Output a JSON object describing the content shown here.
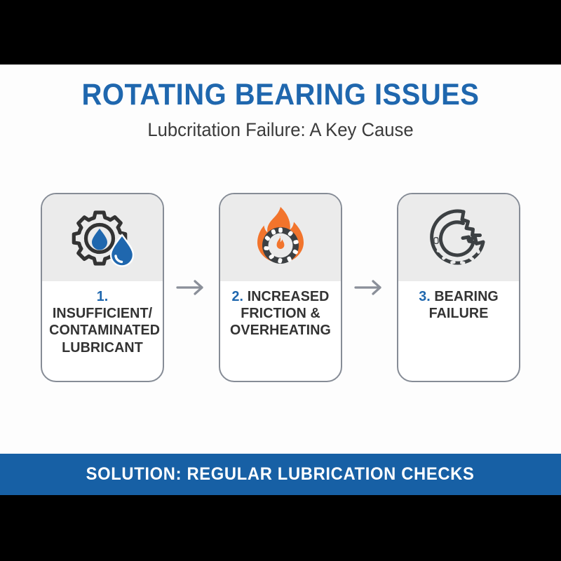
{
  "header": {
    "title": "ROTATING BEARING ISSUES",
    "subtitle": "Lubcritation Failure: A Key Cause",
    "title_color": "#1F67AE",
    "subtitle_color": "#3B3B3B"
  },
  "flow": {
    "steps": [
      {
        "number": "1.",
        "label": "INSUFFICIENT/ CONTAMINATED LUBRICANT",
        "line1": "1. INSUFFICIENT/",
        "line2": "CONTAMINATED",
        "line3": "LUBRICANT",
        "icon": "gear-oil-droplet-icon",
        "icon_colors": {
          "outline": "#333333",
          "droplet": "#1F67AE"
        }
      },
      {
        "number": "2.",
        "label": "INCREASED FRICTION & OVERHEATING",
        "line1": "2. INCREASED",
        "line2": "FRICTION &",
        "line3": "OVERHEATING",
        "icon": "flame-bearing-icon",
        "icon_colors": {
          "flame": "#F2742C",
          "bearing": "#3C4043"
        }
      },
      {
        "number": "3.",
        "label": "BEARING FAILURE",
        "line1": "3. BEARING",
        "line2": "FAILURE",
        "line3": "",
        "icon": "broken-bearing-icon",
        "icon_colors": {
          "outline": "#3C4043"
        }
      }
    ],
    "arrow_glyph": "right-arrow-icon",
    "arrow_color": "#8A8F99"
  },
  "footer": {
    "solution_text": "SOLUTION: REGULAR LUBRICATION CHECKS",
    "banner_color": "#1760A5",
    "text_color": "#FFFFFF"
  },
  "canvas": {
    "background": "#FDFDFD",
    "letterbox_color": "#000000",
    "card_border_color": "#868C96",
    "card_icon_bg": "#EBEBEB"
  }
}
